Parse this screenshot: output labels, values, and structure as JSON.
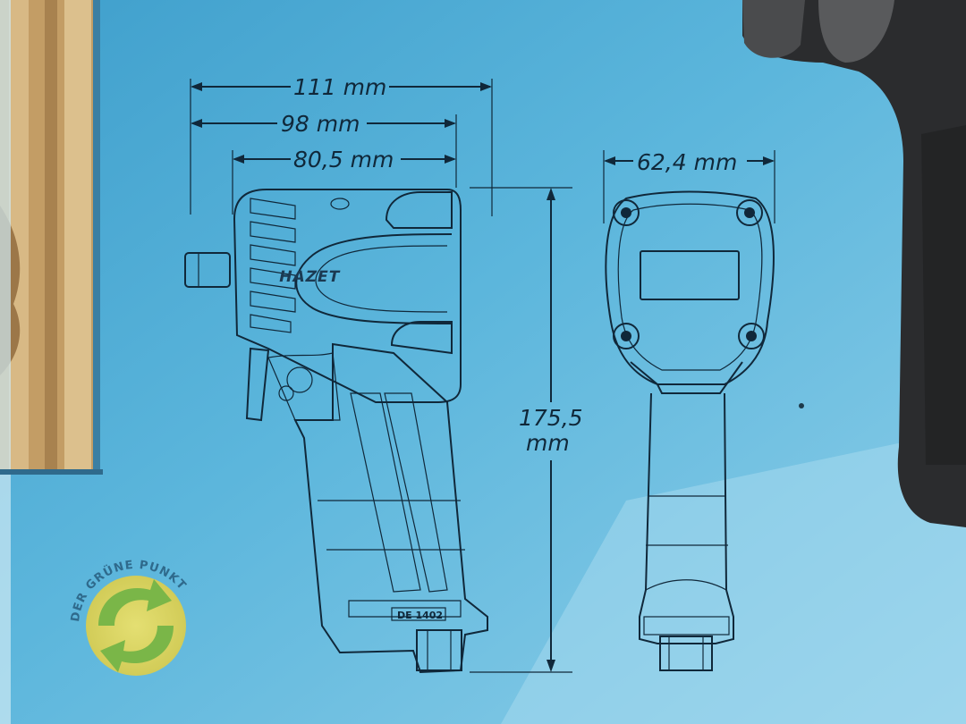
{
  "box": {
    "brand_on_tool": "HAZET",
    "small_label": "DE 1402"
  },
  "dimensions": {
    "total_length": "111 mm",
    "body_length": "98 mm",
    "housing_length": "80,5 mm",
    "width": "62,4 mm",
    "height_value": "175,5",
    "height_unit": "mm"
  },
  "recycling_logo": {
    "text": "DER GRÜNE PUNKT"
  },
  "colors": {
    "box_blue": "#5fb6d9",
    "line_color": "#10283a",
    "cardboard": "#caa46b",
    "green_dot": "#7ab648",
    "yellow_dot": "#e2dc6a"
  }
}
